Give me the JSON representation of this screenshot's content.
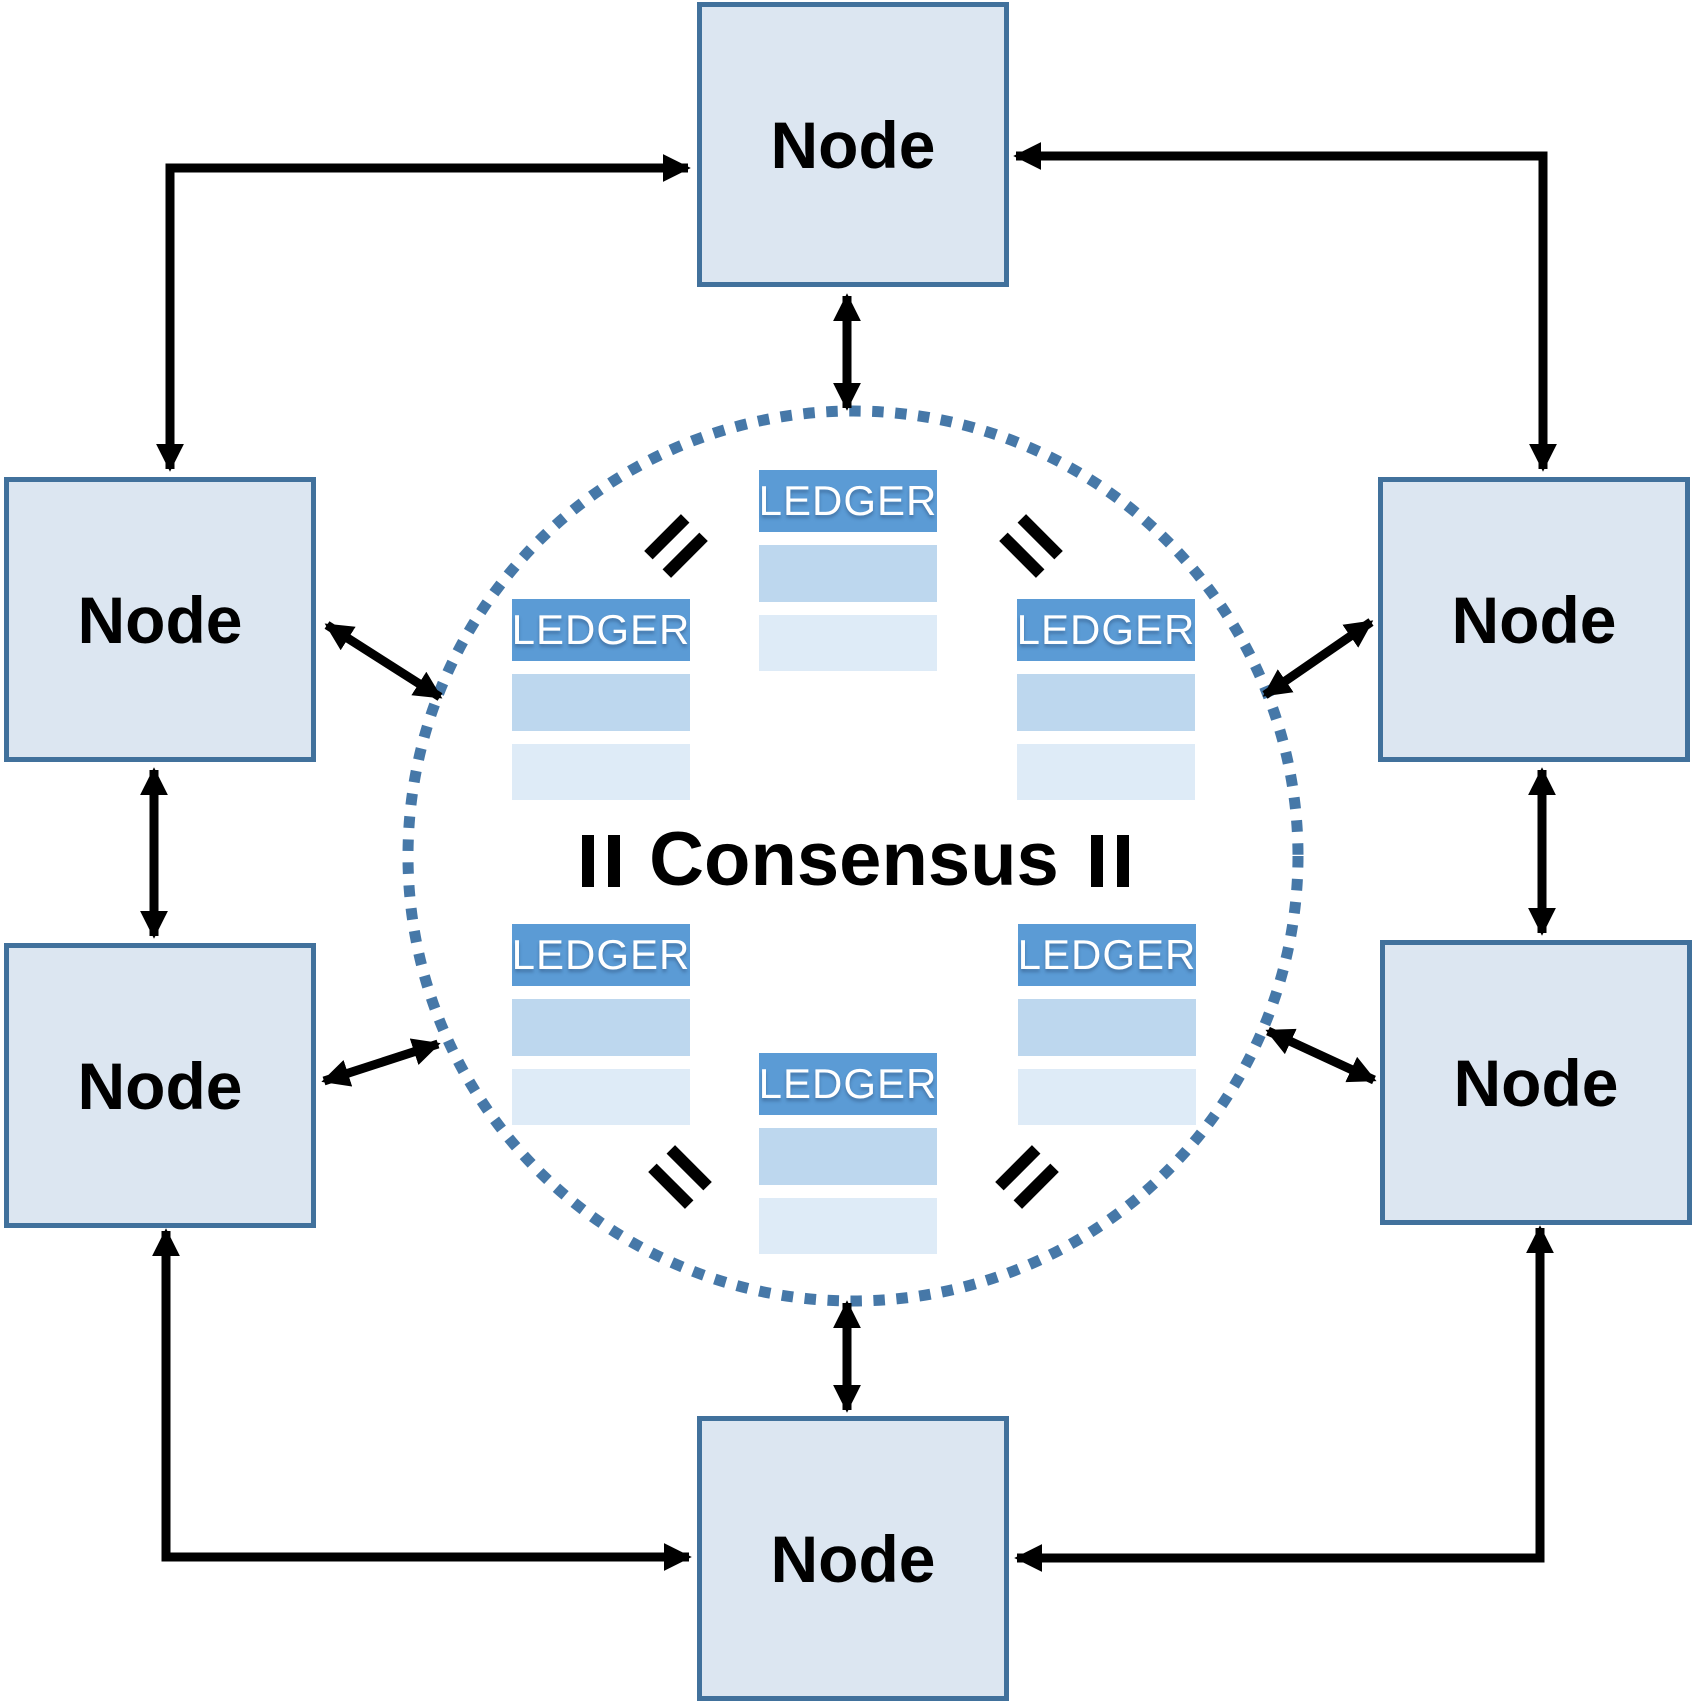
{
  "diagram": {
    "title": "peer-to-peer nodes sharing a replicated ledger via consensus",
    "consensus": {
      "label": "Consensus"
    },
    "nodes": [
      {
        "position": "top",
        "label": "Node"
      },
      {
        "position": "left-upper",
        "label": "Node"
      },
      {
        "position": "left-lower",
        "label": "Node"
      },
      {
        "position": "right-upper",
        "label": "Node"
      },
      {
        "position": "right-lower",
        "label": "Node"
      },
      {
        "position": "bottom",
        "label": "Node"
      }
    ],
    "ledgers": [
      {
        "position": "top-center",
        "header": "LEDGER",
        "blank_rows": 2
      },
      {
        "position": "mid-left",
        "header": "LEDGER",
        "blank_rows": 2
      },
      {
        "position": "mid-right",
        "header": "LEDGER",
        "blank_rows": 2
      },
      {
        "position": "bottom-left",
        "header": "LEDGER",
        "blank_rows": 2
      },
      {
        "position": "bottom-right",
        "header": "LEDGER",
        "blank_rows": 2
      },
      {
        "position": "bottom-center",
        "header": "LEDGER",
        "blank_rows": 2
      }
    ],
    "equality_marks": {
      "count": 6,
      "symbol": "="
    },
    "arrows": {
      "style": "double-headed black arrows",
      "node_to_circle": 6,
      "node_to_node": 6
    },
    "colors": {
      "node_fill": "#dce6f1",
      "node_border": "#41719c",
      "ledger_header_bg": "#5b9bd5",
      "ledger_header_text": "#ffffff",
      "ledger_row_medium": "#bdd7ee",
      "ledger_row_light": "#deebf7",
      "dotted_circle": "#4678a8",
      "arrow": "#000000",
      "label_text": "#000000",
      "background": "#ffffff"
    }
  }
}
